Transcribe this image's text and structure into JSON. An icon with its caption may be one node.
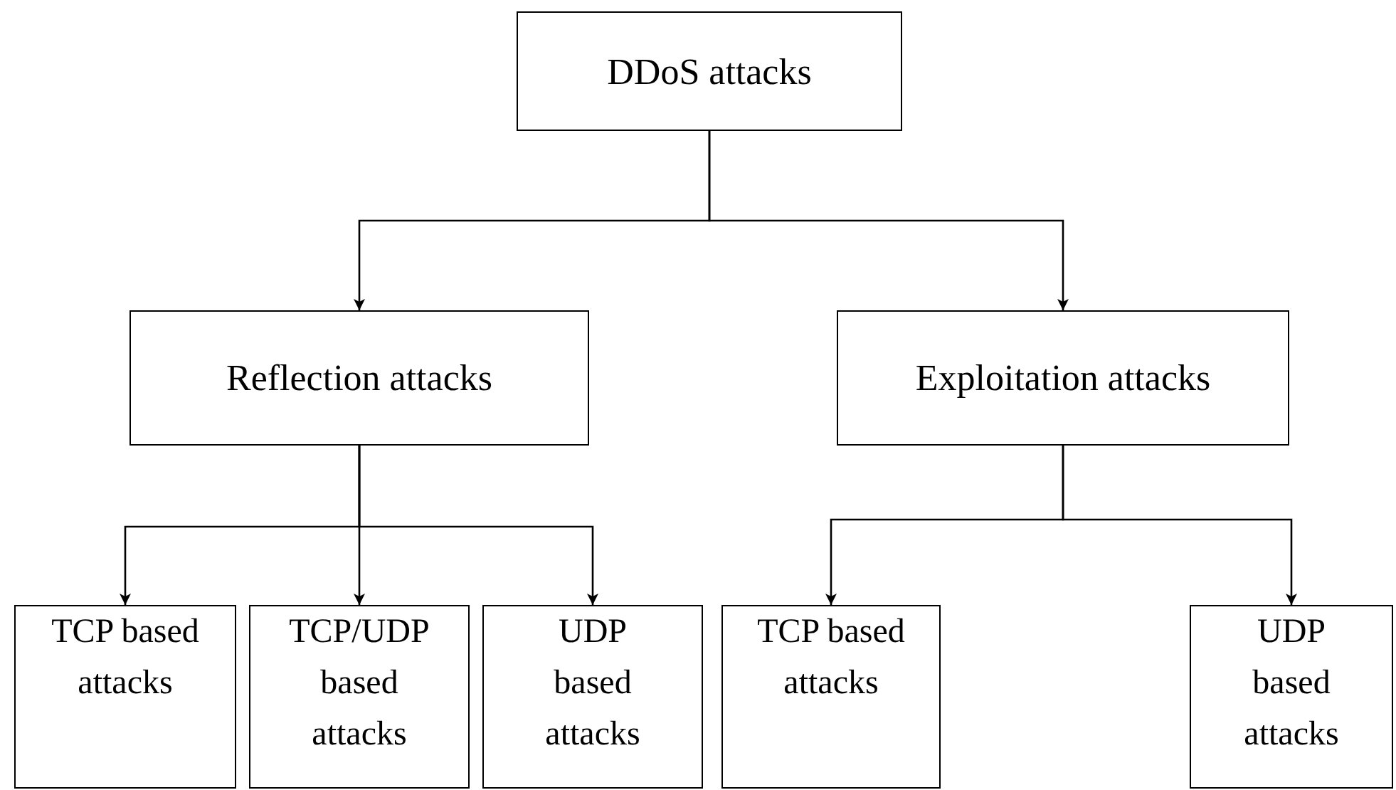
{
  "diagram": {
    "nodes": [
      {
        "text": [
          "DDoS attacks"
        ]
      },
      {
        "text": [
          "Reflection attacks"
        ]
      },
      {
        "text": [
          "Exploitation attacks"
        ]
      },
      {
        "text": [
          "TCP based attacks"
        ]
      },
      {
        "text": [
          "TCP/UDP based attacks"
        ]
      },
      {
        "text": [
          "UDP based attacks"
        ]
      },
      {
        "text": [
          "TCP based attacks"
        ]
      },
      {
        "text": [
          "UDP based attacks"
        ]
      }
    ],
    "edges": [
      {
        "from": 0,
        "to": 1,
        "arrow": "to"
      },
      {
        "from": 0,
        "to": 2,
        "arrow": "to"
      },
      {
        "from": 1,
        "to": 3,
        "arrow": "to"
      },
      {
        "from": 1,
        "to": 4,
        "arrow": "to"
      },
      {
        "from": 1,
        "to": 5,
        "arrow": "to"
      },
      {
        "from": 2,
        "to": 6,
        "arrow": "to"
      },
      {
        "from": 2,
        "to": 7,
        "arrow": "to"
      }
    ]
  }
}
